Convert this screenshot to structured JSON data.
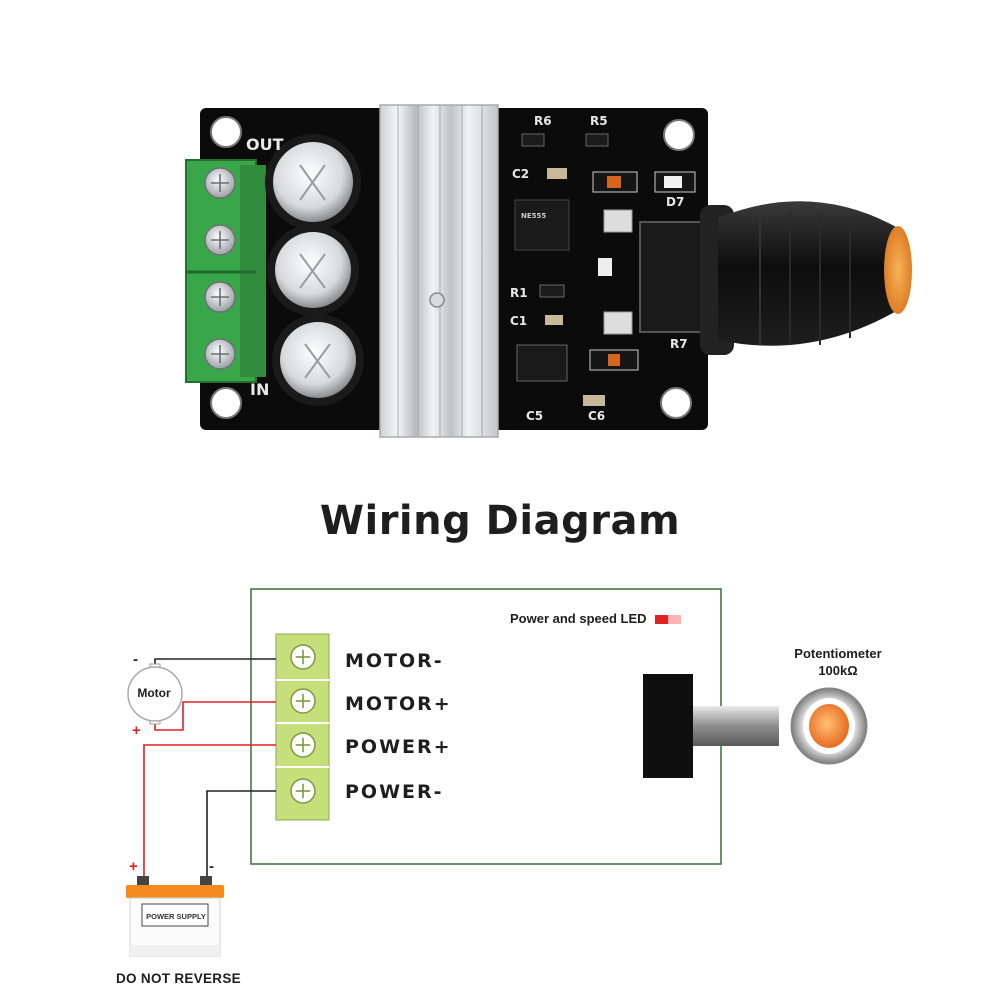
{
  "board": {
    "silkscreen": {
      "r6": "R6",
      "r5": "R5",
      "c2": "C2",
      "d7": "D7",
      "r1": "R1",
      "c1": "C1",
      "r7": "R7",
      "c5": "C5",
      "c6": "C6",
      "chip": "NE555",
      "out": "OUT",
      "in": "IN"
    },
    "colors": {
      "pcb": "#0b0b0b",
      "terminal": "#39a84a",
      "knob": "#111111",
      "knob_cap": "#e98a24"
    }
  },
  "diagram": {
    "title": "Wiring Diagram",
    "terminals": [
      "MOTOR-",
      "MOTOR+",
      "POWER+",
      "POWER-"
    ],
    "led_label": "Power and speed LED",
    "potentiometer_label": "Potentiometer",
    "potentiometer_value": "100kΩ",
    "motor_label": "Motor",
    "motor_minus": "-",
    "motor_plus": "+",
    "supply_label": "POWER SUPPLY",
    "supply_plus": "+",
    "supply_minus": "-",
    "warning": "DO NOT REVERSE",
    "colors": {
      "wire_red": "#e02020",
      "wire_black": "#222222",
      "terminal_green": "#c7df7b",
      "pot_orange": "#f07a1a"
    }
  }
}
